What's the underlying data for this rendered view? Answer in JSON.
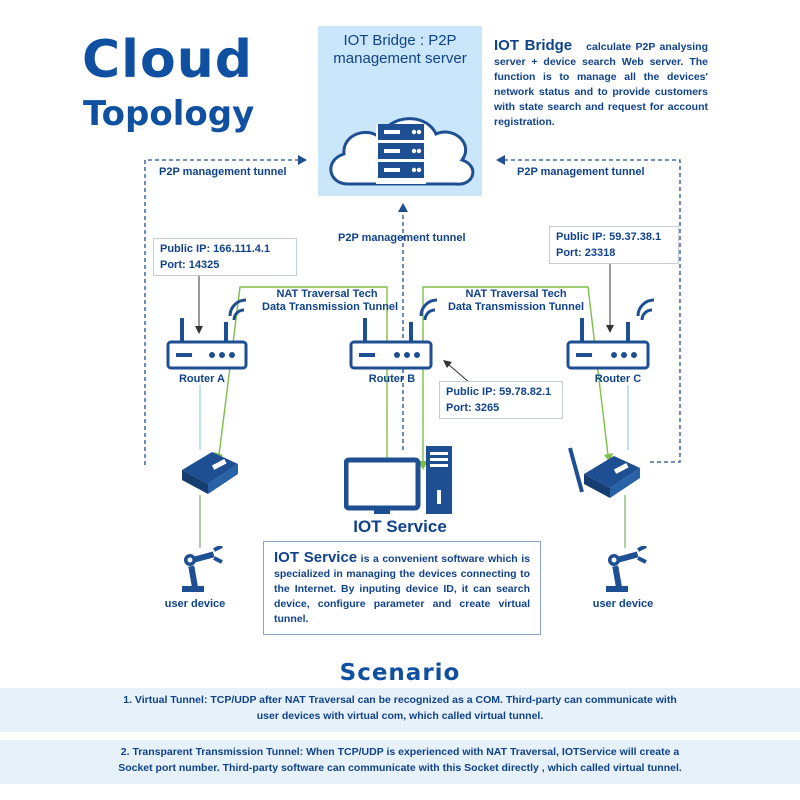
{
  "header": {
    "title_line1": "Cloud",
    "title_line2": "Topology"
  },
  "bridge": {
    "box_title": "IOT Bridge : P2P management server",
    "desc_name": "IOT Bridge",
    "desc_text": "calculate P2P analysing server + device search Web server. The function is to manage all the devices' network status and to provide customers with state search and request for account registration."
  },
  "tunnels": {
    "left": "P2P management tunnel",
    "right": "P2P management tunnel",
    "center": "P2P management tunnel",
    "nat_left_line1": "NAT Traversal Tech",
    "nat_left_line2": "Data Transmission Tunnel",
    "nat_right_line1": "NAT Traversal Tech",
    "nat_right_line2": "Data Transmission Tunnel"
  },
  "routers": {
    "a": {
      "label": "Router A",
      "ip": "Public IP:  166.111.4.1",
      "port": "Port:  14325"
    },
    "b": {
      "label": "Router B",
      "ip": "Public IP:  59.78.82.1",
      "port": "Port:  3265"
    },
    "c": {
      "label": "Router C",
      "ip": "Public IP:  59.37.38.1",
      "port": "Port:  23318"
    }
  },
  "iot_service": {
    "title": "IOT Service",
    "desc_name": "IOT Service",
    "desc_text": " is a convenient software which is specialized in managing the devices connecting to the Internet. By inputing device ID, it can search device, configure parameter and create virtual tunnel."
  },
  "user_devices": {
    "left": "user device",
    "right": "user device"
  },
  "scenario": {
    "title": "Scenario",
    "item1_line1": "1. Virtual Tunnel: TCP/UDP after NAT Traversal can be recognized as a COM. Third-party can communicate with",
    "item1_line2": "user devices with virtual com, which called virtual tunnel.",
    "item2_line1": "2. Transparent Transmission Tunnel: When TCP/UDP is experienced with NAT Traversal, IOTService will create a",
    "item2_line2": "Socket port number. Third-party software can communicate with this Socket directly , which called virtual tunnel."
  },
  "colors": {
    "brand_blue": "#1050a0",
    "dark_blue": "#10428a",
    "cloud_bg": "#c9e6fa",
    "green_line": "#7cc04a",
    "band_bg": "#e6f1fa"
  }
}
